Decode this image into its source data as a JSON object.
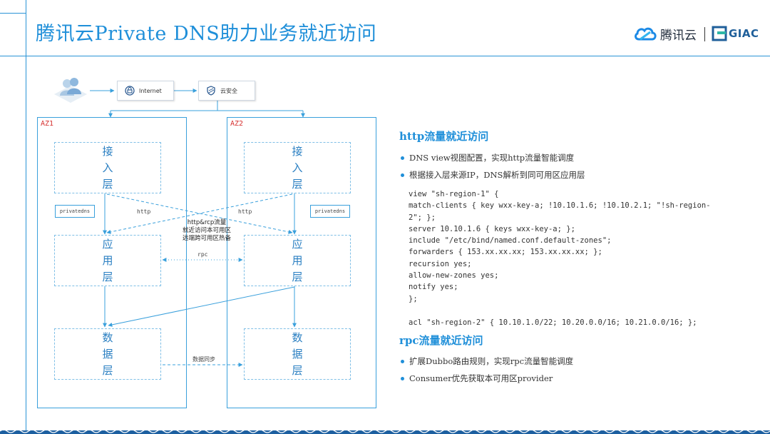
{
  "header": {
    "title": "腾讯云Private DNS助力业务就近访问",
    "logo_tencent": "腾讯云",
    "logo_giac": "GIAC"
  },
  "diagram": {
    "internet_label": "Internet",
    "security_label": "云安全",
    "az1_label": "AZ1",
    "az2_label": "AZ2",
    "access_layer": "接入层",
    "app_layer": "应用层",
    "data_layer": "数据层",
    "privatedns_tag": "privatedns",
    "http_label": "http",
    "rpc_label": "rpc",
    "data_sync_label": "数据同步",
    "mid_note_lines": [
      "http&rcp流量",
      "就近访问本可用区",
      "远端跨可用区热备"
    ]
  },
  "right": {
    "http_title": "http流量就近访问",
    "http_bullets": [
      "DNS view视图配置，实现http流量智能调度",
      "根据接入层来源IP，DNS解析到同可用区应用层"
    ],
    "code_lines": [
      "view \"sh-region-1\" {",
      "match-clients { key wxx-key-a; !10.10.1.6; !10.10.2.1; \"!sh-region-",
      "2\"; };",
      "server 10.10.1.6 { keys wxx-key-a; };",
      "include \"/etc/bind/named.conf.default-zones\";",
      "forwarders { 153.xx.xx.xx; 153.xx.xx.xx; };",
      "recursion yes;",
      "allow-new-zones yes;",
      "notify yes;",
      "};"
    ],
    "acl_line": "acl \"sh-region-2\" { 10.10.1.0/22; 10.20.0.0/16; 10.21.0.0/16; };",
    "rpc_title": "rpc流量就近访问",
    "rpc_bullets": [
      "扩展Dubbo路由规则，实现rpc流量智能调度",
      "Consumer优先获取本可用区provider"
    ]
  },
  "colors": {
    "accent": "#1f8fd9",
    "az_label": "#d6302f",
    "layer_text": "#2a7fc2"
  }
}
